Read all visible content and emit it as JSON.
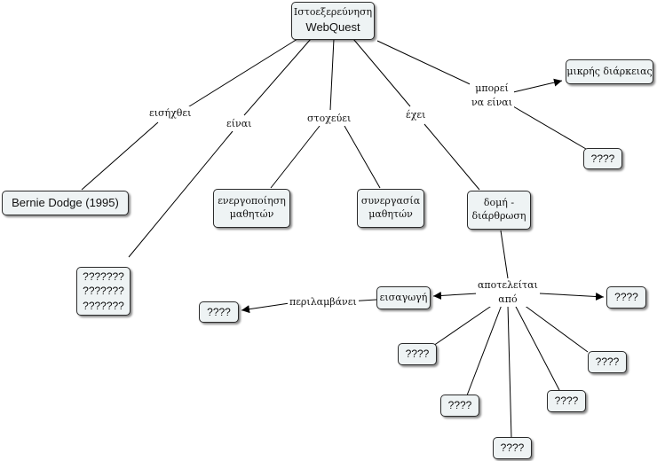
{
  "nodes": {
    "root": {
      "line1": "Ιστοεξερεύνηση",
      "line2": "WebQuest"
    },
    "bernie": "Bernie Dodge (1995)",
    "activation": {
      "line1": "ενεργοποίηση",
      "line2": "μαθητών"
    },
    "cooperation": {
      "line1": "συνεργασία",
      "line2": "μαθητών"
    },
    "structure": {
      "line1": "δομή -",
      "line2": "διάρθρωση"
    },
    "short_duration": "μικρής διάρκειας",
    "unknown_right": "????",
    "unknown_multi": {
      "line1": "???????",
      "line2": "???????",
      "line3": "???????"
    },
    "introduction": "εισαγωγή",
    "unknown_left": "????",
    "part_right": "????",
    "part_a": "????",
    "part_b": "????",
    "part_c": "????",
    "part_d": "????",
    "part_e": "????"
  },
  "links": {
    "introduced": "εισήχθει",
    "is": "είναι",
    "targets": "στοχεύει",
    "has": "έχει",
    "can_be": {
      "line1": "μπορεί",
      "line2": "να είναι"
    },
    "consists_of": {
      "line1": "αποτελείται",
      "line2": "από"
    },
    "includes": "περιλαμβάνει"
  }
}
